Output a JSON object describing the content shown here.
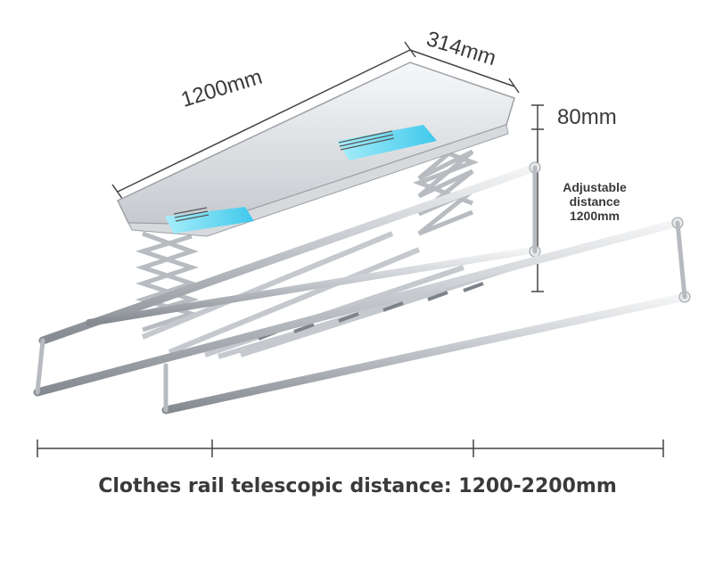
{
  "dimensions": {
    "length": "1200mm",
    "width": "314mm",
    "height": "80mm"
  },
  "adjustable": {
    "line1": "Adjustable",
    "line2": "distance",
    "line3": "1200mm"
  },
  "caption": "Clothes rail telescopic distance: 1200-2200mm",
  "colors": {
    "background": "#ffffff",
    "metal": "#c9ccd1",
    "metal_dark": "#8d9197",
    "light_panel": "#4fd2ee",
    "text": "#3a3a3a"
  }
}
